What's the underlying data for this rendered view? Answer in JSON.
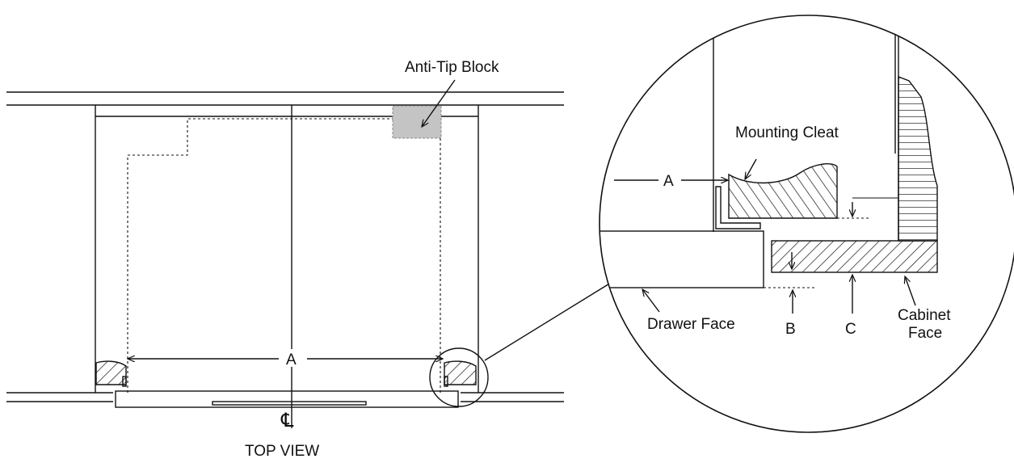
{
  "labels": {
    "anti_tip_block": "Anti-Tip Block",
    "mounting_cleat": "Mounting Cleat",
    "dim_a_main": "A",
    "dim_a_detail": "A",
    "dim_b": "B",
    "dim_c": "C",
    "drawer_face": "Drawer Face",
    "cabinet_face_line1": "Cabinet",
    "cabinet_face_line2": "Face",
    "centerline_symbol": "℄",
    "view_title": "TOP VIEW"
  },
  "colors": {
    "line": "#111111",
    "anti_tip_fill": "#c4c4c4",
    "background": "#ffffff"
  }
}
